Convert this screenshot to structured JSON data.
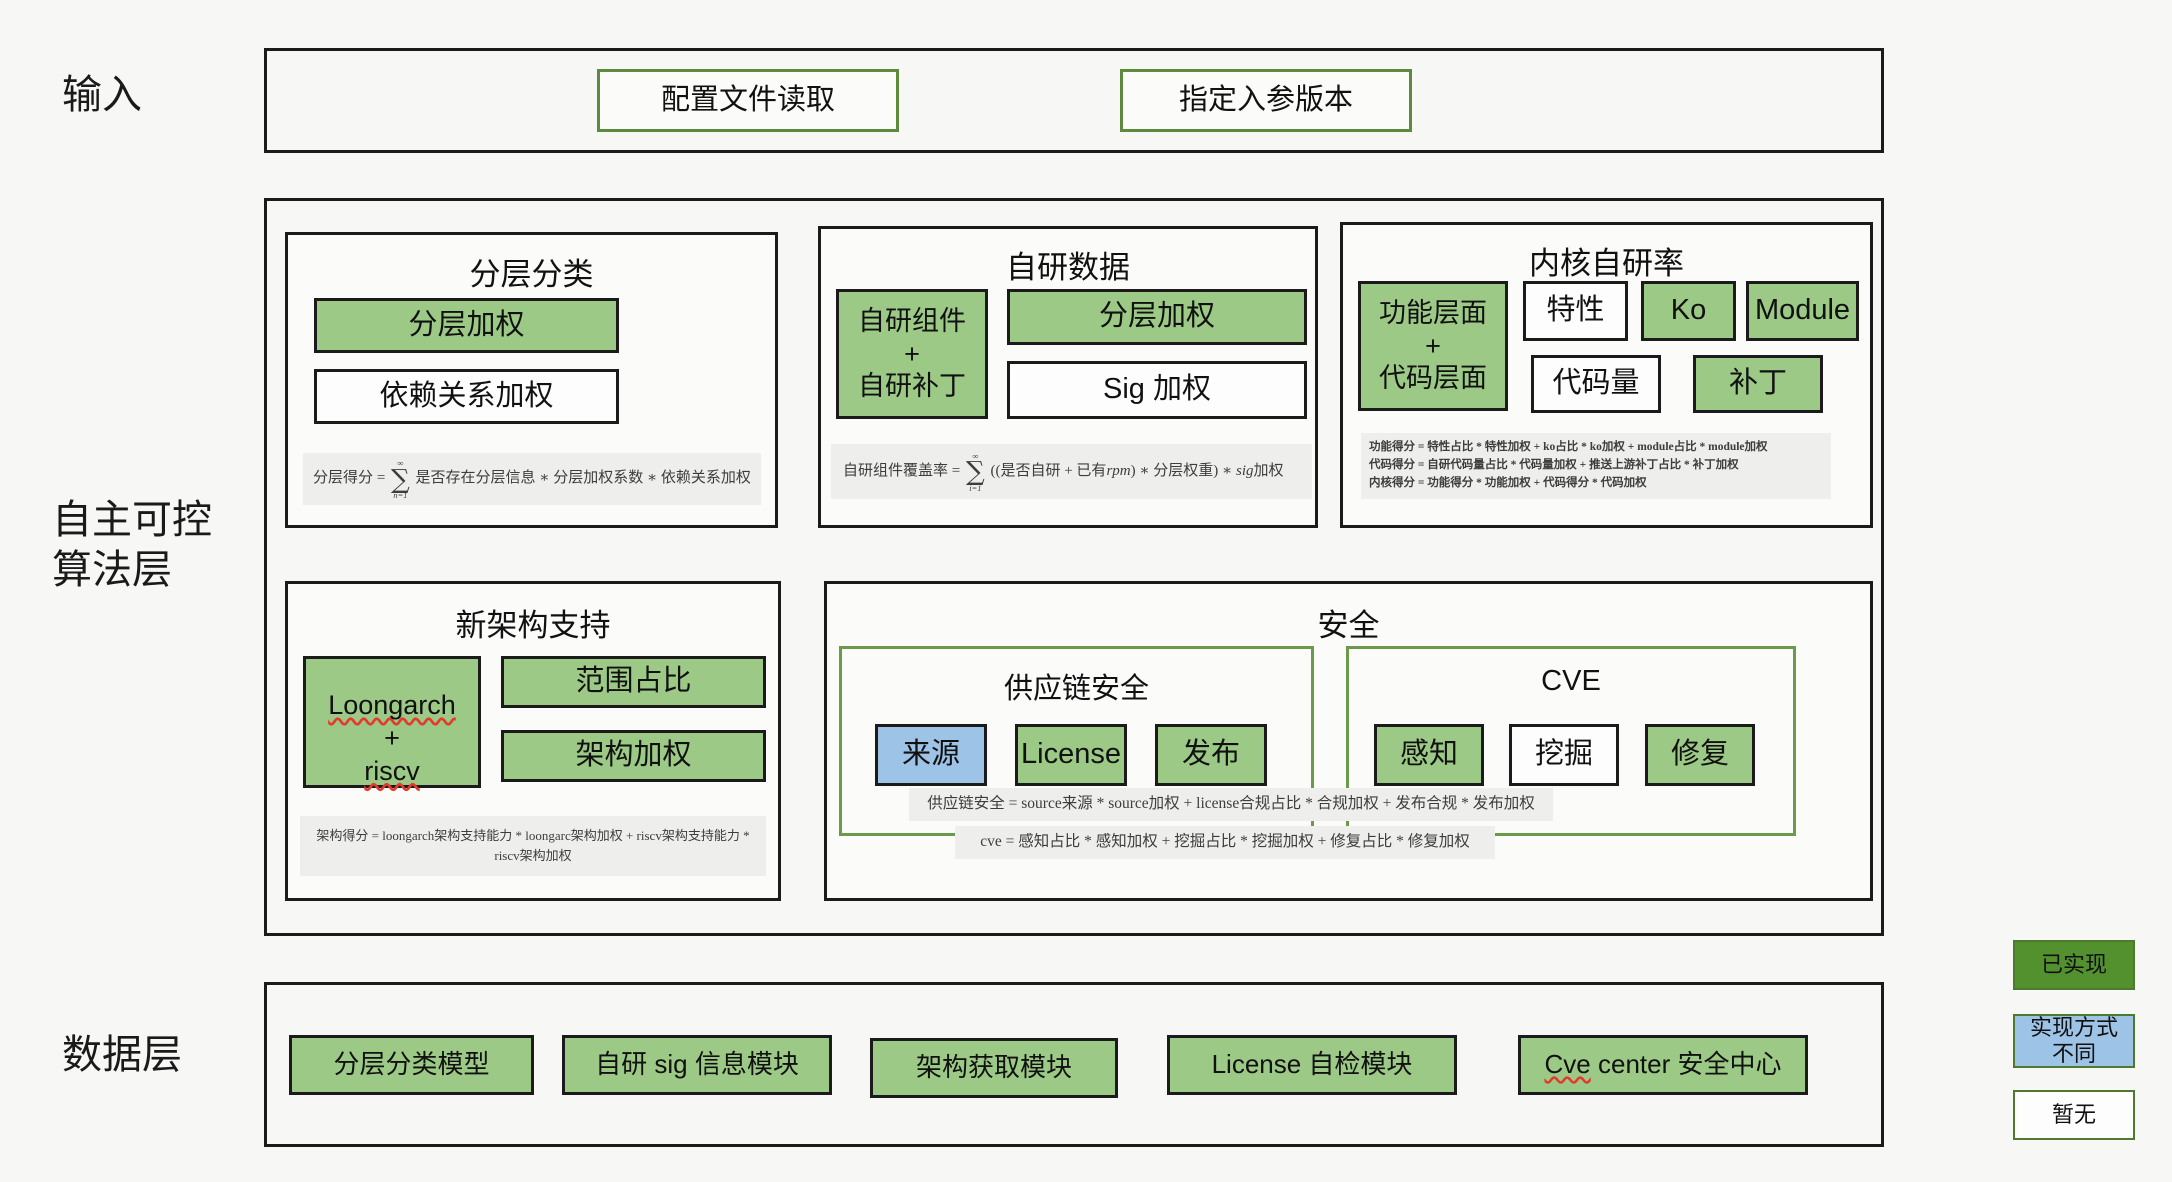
{
  "rows": {
    "input_label": "输入",
    "algo_label": "自主可控\n算法层",
    "data_label": "数据层"
  },
  "input_section": {
    "nodes": [
      {
        "label": "配置文件读取",
        "style": "green-border"
      },
      {
        "label": "指定入参版本",
        "style": "green-border"
      }
    ]
  },
  "algo_section": {
    "panels": [
      {
        "title": "分层分类",
        "nodes": [
          {
            "label": "分层加权",
            "style": "green"
          },
          {
            "label": "依赖关系加权",
            "style": "white"
          }
        ],
        "formula_lines": [
          "分层得分 = Σ(n=1..∞) 是否存在分层信息 * 分层加权系数 * 依赖关系加权"
        ],
        "formula": {
          "lhs": "分层得分",
          "eq": "=",
          "sum_upper": "∞",
          "sum_lower": "n=1",
          "rhs": "是否存在分层信息 ∗ 分层加权系数 ∗ 依赖关系加权"
        }
      },
      {
        "title": "自研数据",
        "nodes": [
          {
            "label": "自研组件\n+\n自研补丁",
            "style": "green"
          },
          {
            "label": "分层加权",
            "style": "green"
          },
          {
            "label": "Sig 加权",
            "style": "white"
          }
        ],
        "formula_lines": [
          "自研组件覆盖率 = Σ(i=1..∞) ((是否自研 + 已有rpm) * 分层权重) * sig加权"
        ],
        "formula": {
          "lhs": "自研组件覆盖率",
          "eq": "=",
          "sum_upper": "∞",
          "sum_lower": "i=1",
          "rhs_a": "((是否自研 + 已有",
          "rhs_rpm": "rpm",
          "rhs_b": ") ∗ 分层权重) ∗ ",
          "rhs_sig": "sig",
          "rhs_c": "加权"
        }
      },
      {
        "title": "内核自研率",
        "nodes": [
          {
            "label": "功能层面\n+\n代码层面",
            "style": "green"
          },
          {
            "label": "特性",
            "style": "white"
          },
          {
            "label": "Ko",
            "style": "green"
          },
          {
            "label": "Module",
            "style": "green"
          },
          {
            "label": "代码量",
            "style": "white"
          },
          {
            "label": "补丁",
            "style": "green"
          }
        ],
        "formula_lines": [
          "功能得分 = 特性占比 * 特性加权 + ko占比 * ko加权 + module占比 * module加权",
          "代码得分 = 自研代码量占比 * 代码量加权 + 推送上游补丁占比 * 补丁加权",
          "内核得分 = 功能得分 * 功能加权 + 代码得分 * 代码加权"
        ]
      },
      {
        "title": "新架构支持",
        "nodes": [
          {
            "label": "Loongarch\n+\nriscv",
            "style": "green"
          },
          {
            "label": "范围占比",
            "style": "green"
          },
          {
            "label": "架构加权",
            "style": "green"
          }
        ],
        "formula_lines": [
          "架构得分 = loongarch架构支持能力 * loongarc架构加权 + riscv架构支持能力 *",
          "riscv架构加权"
        ]
      },
      {
        "title": "安全",
        "subpanels": [
          {
            "title": "供应链安全",
            "nodes": [
              {
                "label": "来源",
                "style": "blue"
              },
              {
                "label": "License",
                "style": "green"
              },
              {
                "label": "发布",
                "style": "green"
              }
            ]
          },
          {
            "title": "CVE",
            "nodes": [
              {
                "label": "感知",
                "style": "green"
              },
              {
                "label": "挖掘",
                "style": "white"
              },
              {
                "label": "修复",
                "style": "green"
              }
            ]
          }
        ],
        "formula_lines": [
          "供应链安全 = source来源 * source加权 + license合规占比 * 合规加权 + 发布合规 * 发布加权",
          "cve = 感知占比 * 感知加权 + 挖掘占比 * 挖掘加权 + 修复占比 * 修复加权"
        ]
      }
    ]
  },
  "data_section": {
    "nodes": [
      {
        "label": "分层分类模型",
        "style": "green"
      },
      {
        "label": "自研 sig 信息模块",
        "style": "green"
      },
      {
        "label": "架构获取模块",
        "style": "green"
      },
      {
        "label": "License 自检模块",
        "style": "green"
      },
      {
        "label": "Cve center 安全中心",
        "style": "green"
      }
    ]
  },
  "legend": {
    "items": [
      {
        "label": "已实现",
        "style": "done"
      },
      {
        "label": "实现方式\n不同",
        "style": "diff"
      },
      {
        "label": "暂无",
        "style": "none"
      }
    ]
  },
  "colors": {
    "green_fill": "#9cc986",
    "blue_fill": "#9dc3e6",
    "legend_done_fill": "#53912f",
    "green_border": "#6a9a4a",
    "black_border": "#1b1b1b",
    "background": "#f7f7f5",
    "formula_bg": "#eeeeec"
  }
}
